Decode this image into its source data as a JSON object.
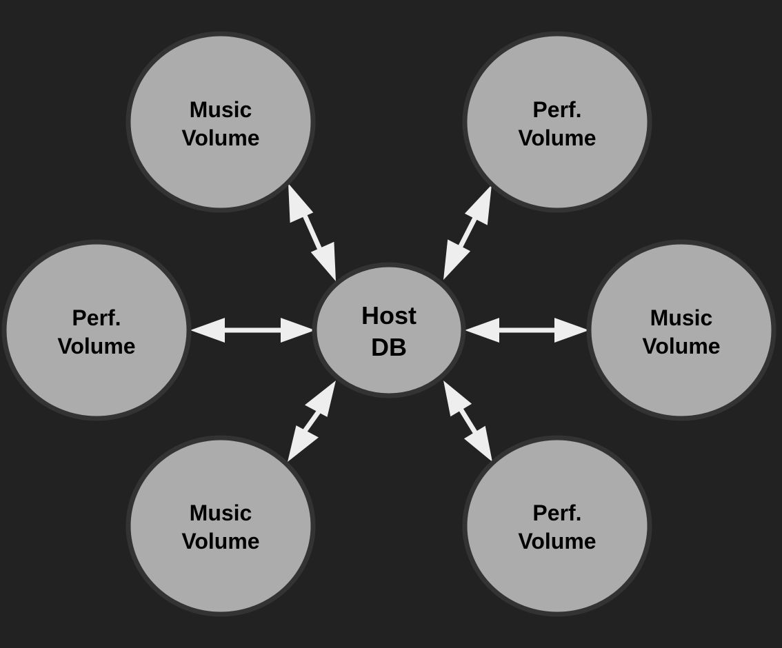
{
  "diagram": {
    "background_color": "#222222",
    "node_fill_color": "#acacac",
    "node_border_color": "#333333",
    "arrow_color": "#eeeeee",
    "hub": {
      "id": "host-db",
      "lines": [
        "Host",
        "DB"
      ]
    },
    "nodes": [
      {
        "id": "music-volume-top-left",
        "lines": [
          "Music",
          "Volume"
        ]
      },
      {
        "id": "perf-volume-top-right",
        "lines": [
          "Perf.",
          "Volume"
        ]
      },
      {
        "id": "perf-volume-left",
        "lines": [
          "Perf.",
          "Volume"
        ]
      },
      {
        "id": "music-volume-right",
        "lines": [
          "Music",
          "Volume"
        ]
      },
      {
        "id": "music-volume-bottom-left",
        "lines": [
          "Music",
          "Volume"
        ]
      },
      {
        "id": "perf-volume-bottom-right",
        "lines": [
          "Perf.",
          "Volume"
        ]
      }
    ],
    "edges": [
      {
        "from": "host-db",
        "to": "music-volume-top-left",
        "direction": "bidirectional"
      },
      {
        "from": "host-db",
        "to": "perf-volume-top-right",
        "direction": "bidirectional"
      },
      {
        "from": "host-db",
        "to": "perf-volume-left",
        "direction": "bidirectional"
      },
      {
        "from": "host-db",
        "to": "music-volume-right",
        "direction": "bidirectional"
      },
      {
        "from": "host-db",
        "to": "music-volume-bottom-left",
        "direction": "bidirectional"
      },
      {
        "from": "host-db",
        "to": "perf-volume-bottom-right",
        "direction": "bidirectional"
      }
    ]
  }
}
